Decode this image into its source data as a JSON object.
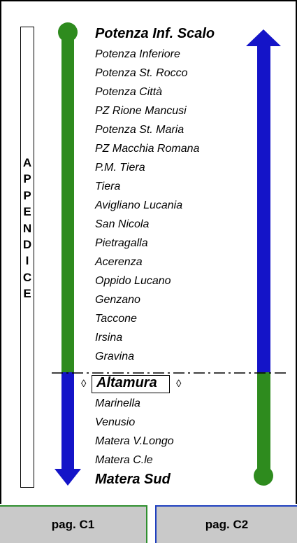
{
  "side_label": [
    "A",
    "P",
    "P",
    "E",
    "N",
    "D",
    "I",
    "C",
    "E"
  ],
  "stations": [
    {
      "name": "Potenza Inf. Scalo",
      "major": true
    },
    {
      "name": "Potenza Inferiore"
    },
    {
      "name": "Potenza St. Rocco"
    },
    {
      "name": "Potenza Città"
    },
    {
      "name": "PZ Rione Mancusi"
    },
    {
      "name": "Potenza St. Maria"
    },
    {
      "name": "PZ Macchia Romana"
    },
    {
      "name": "P.M. Tiera"
    },
    {
      "name": "Tiera"
    },
    {
      "name": "Avigliano Lucania"
    },
    {
      "name": "San Nicola"
    },
    {
      "name": "Pietragalla"
    },
    {
      "name": "Acerenza"
    },
    {
      "name": "Oppido Lucano"
    },
    {
      "name": "Genzano"
    },
    {
      "name": "Taccone"
    },
    {
      "name": "Irsina"
    },
    {
      "name": "Gravina"
    },
    {
      "name": "Altamura",
      "major": true,
      "boxed": true
    },
    {
      "name": "Marinella"
    },
    {
      "name": "Venusio"
    },
    {
      "name": "Matera V.Longo"
    },
    {
      "name": "Matera C.le"
    },
    {
      "name": "Matera Sud",
      "major": true
    }
  ],
  "diamond_symbol": "◊",
  "tabs": {
    "c1": "pag. C1",
    "c2": "pag. C2"
  },
  "colors": {
    "green": "#2e8b1e",
    "blue": "#1414c8"
  }
}
